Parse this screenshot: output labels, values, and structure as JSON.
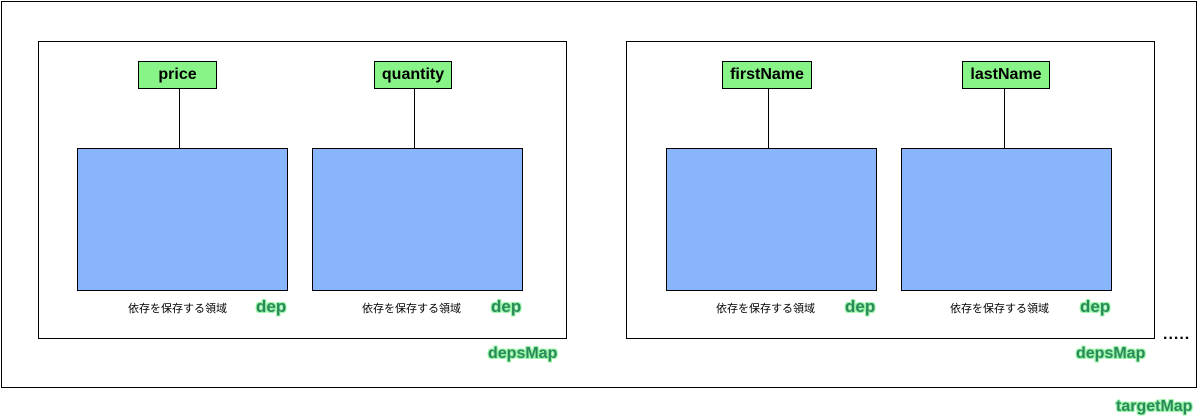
{
  "target_map": {
    "label": "targetMap"
  },
  "ellipsis": ".....",
  "deps_maps": [
    {
      "label": "depsMap",
      "keys": [
        {
          "name": "price",
          "caption": "依存を保存する領域",
          "dep_label": "dep"
        },
        {
          "name": "quantity",
          "caption": "依存を保存する領域",
          "dep_label": "dep"
        }
      ]
    },
    {
      "label": "depsMap",
      "keys": [
        {
          "name": "firstName",
          "caption": "依存を保存する領域",
          "dep_label": "dep"
        },
        {
          "name": "lastName",
          "caption": "依存を保存する領域",
          "dep_label": "dep"
        }
      ]
    }
  ],
  "colors": {
    "key_fill": "#88f488",
    "dep_fill": "#88b5fb",
    "label_text": "#2a8a5a",
    "label_glow": "#9bf5a8"
  }
}
